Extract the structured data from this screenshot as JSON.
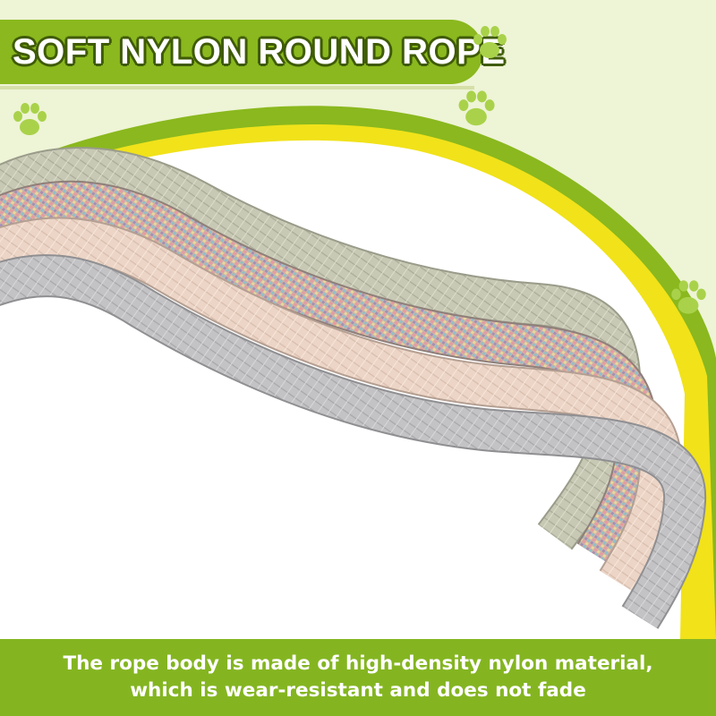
{
  "banner": {
    "title": "SOFT NYLON ROUND ROPE"
  },
  "footer": {
    "line1": "The rope body is made of high-density nylon material,",
    "line2": "which is wear-resistant and does not fade"
  },
  "colors": {
    "background": "#eef4d6",
    "accent_green": "#84b521",
    "accent_yellow": "#f1e21a",
    "text": "#ffffff",
    "title_outline": "#3f5b06"
  },
  "ropes": [
    {
      "name": "sage-rope",
      "color": "#c9cbb7"
    },
    {
      "name": "multicolor-rope",
      "color": "#d9b7a8"
    },
    {
      "name": "beige-rope",
      "color": "#eed6c7"
    },
    {
      "name": "grey-rope",
      "color": "#c4c4c6"
    }
  ],
  "icons": [
    "paw-icon"
  ]
}
